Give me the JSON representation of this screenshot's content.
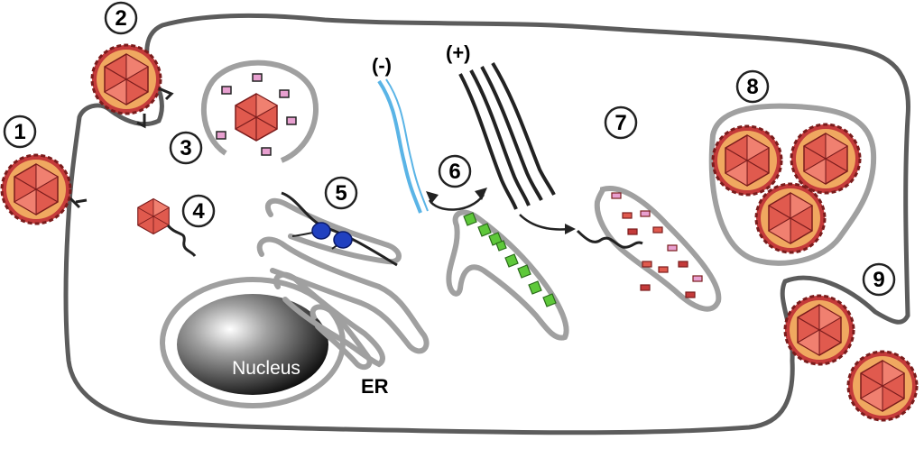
{
  "figure": {
    "steps": [
      "1",
      "2",
      "3",
      "4",
      "5",
      "6",
      "7",
      "8",
      "9"
    ],
    "labels": {
      "nucleus": "Nucleus",
      "er": "ER",
      "minus_strand": "(-)",
      "plus_strand": "(+)"
    },
    "colors": {
      "membrane": "#5c5c5c",
      "organelle_membrane": "#a0a0a0",
      "capsid_face": "#e05a4e",
      "capsid_outline": "#7a1c1c",
      "capsid_spike": "#f0a860",
      "surface_protein": "#e8a0d0",
      "receptor": "#222222",
      "minus_rna": "#5ab4e6",
      "plus_rna": "#222222",
      "ribosome": "#2040c0",
      "replication_complex": "#5ec83a",
      "nucleus": "#1a1a1a"
    }
  }
}
